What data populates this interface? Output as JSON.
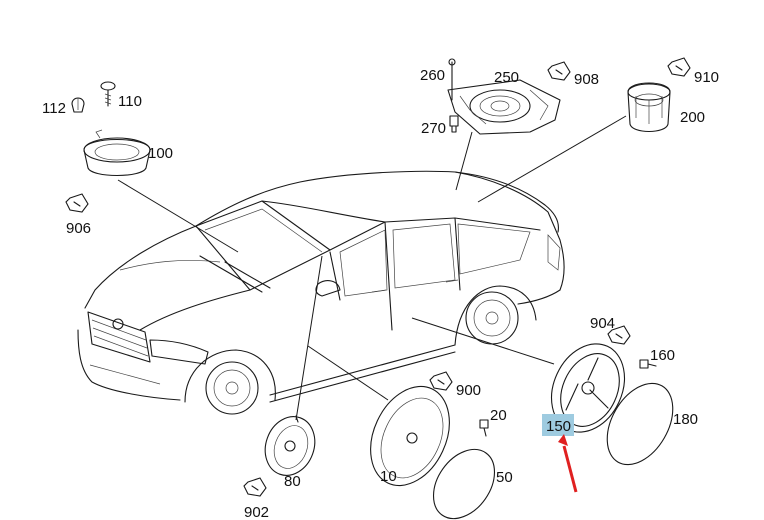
{
  "parts": {
    "p260": "260",
    "p250": "250",
    "p908": "908",
    "p910": "910",
    "p270": "270",
    "p200": "200",
    "p112": "112",
    "p110": "110",
    "p100": "100",
    "p906": "906",
    "p904": "904",
    "p160": "160",
    "p180": "180",
    "p150": "150",
    "p900": "900",
    "p20": "20",
    "p10": "10",
    "p50": "50",
    "p80": "80",
    "p902": "902"
  },
  "highlight": {
    "part": "150",
    "color": "#9ecbe0",
    "arrow_color": "#e02020"
  }
}
